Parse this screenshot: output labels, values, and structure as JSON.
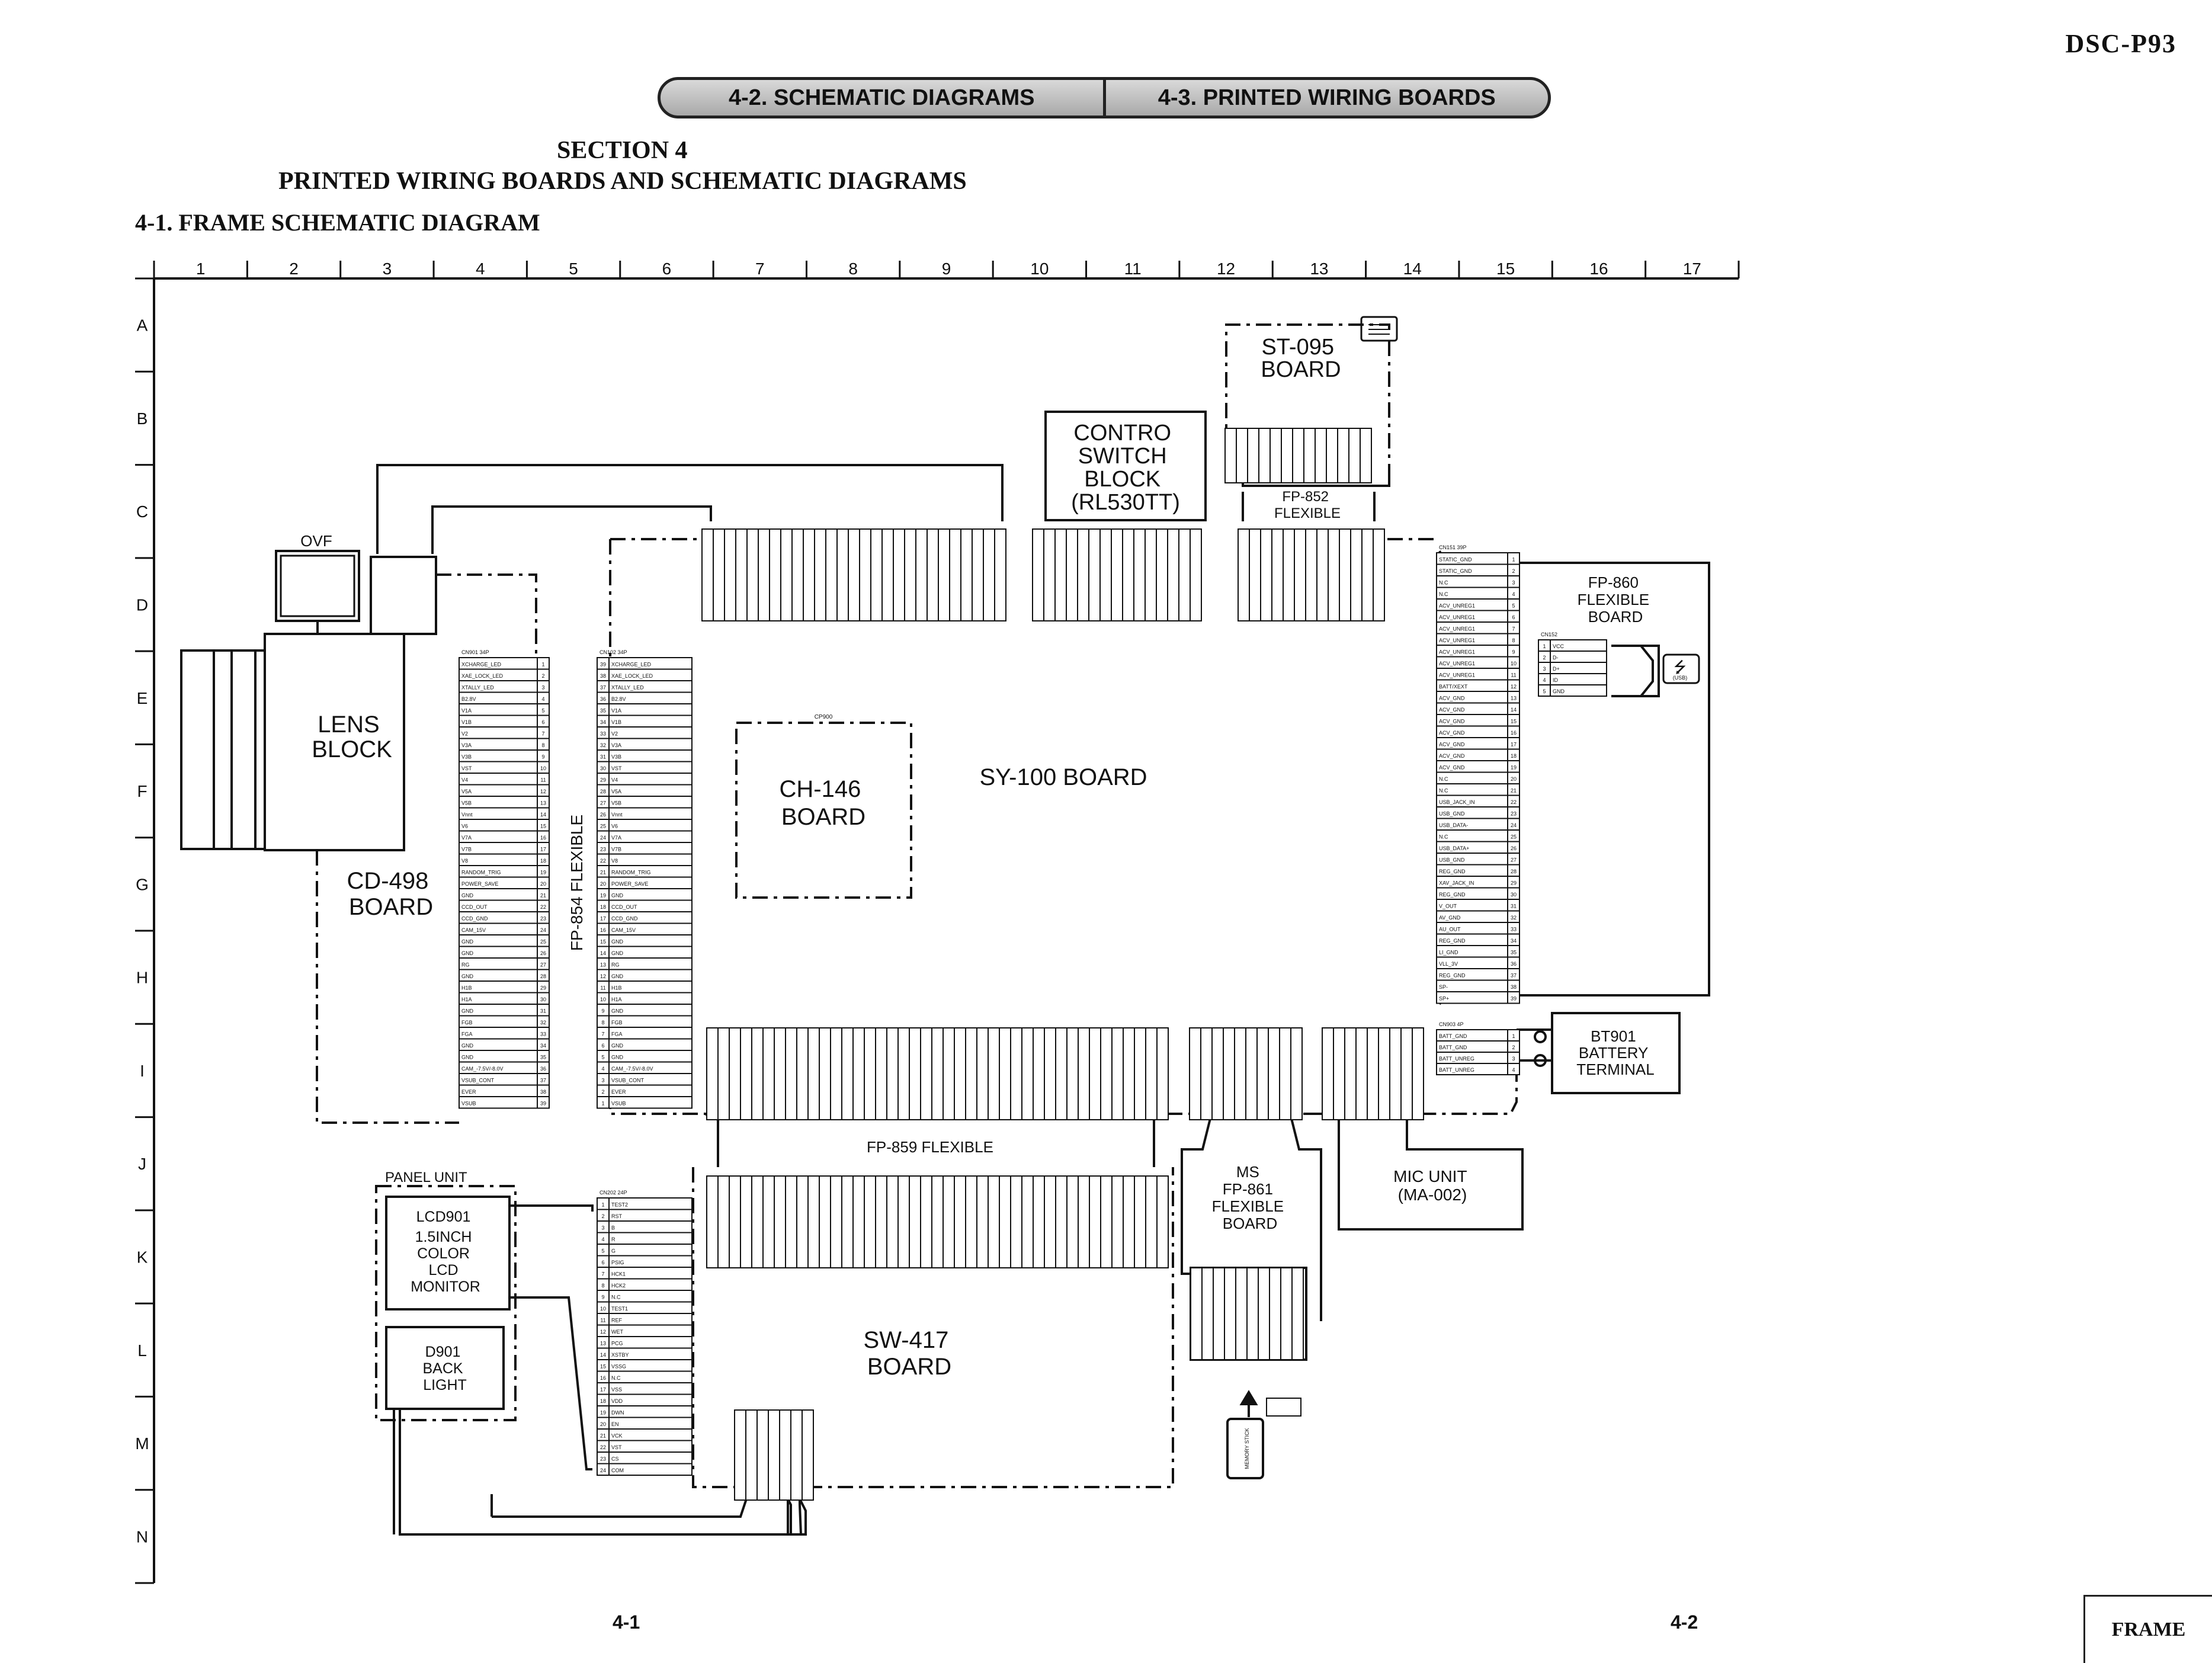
{
  "header": {
    "model": "DSC-P93",
    "tabs": [
      {
        "label": "4-2. SCHEMATIC DIAGRAMS"
      },
      {
        "label": "4-3. PRINTED WIRING BOARDS"
      }
    ],
    "section": "SECTION 4",
    "section_title": "PRINTED WIRING BOARDS AND SCHEMATIC DIAGRAMS",
    "subsection": "4-1.  FRAME SCHEMATIC DIAGRAM"
  },
  "grid": {
    "columns": [
      "1",
      "2",
      "3",
      "4",
      "5",
      "6",
      "7",
      "8",
      "9",
      "10",
      "11",
      "12",
      "13",
      "14",
      "15",
      "16",
      "17"
    ],
    "rows": [
      "A",
      "B",
      "C",
      "D",
      "E",
      "F",
      "G",
      "H",
      "I",
      "J",
      "K",
      "L",
      "M",
      "N"
    ]
  },
  "blocks": {
    "ovf": "OVF",
    "lens": [
      "LENS",
      "BLOCK"
    ],
    "cd498": [
      "CD-498",
      "BOARD"
    ],
    "fp854": "FP-854 FLEXIBLE",
    "ch146": [
      "CH-146",
      "BOARD"
    ],
    "ch146_ref": "CP900",
    "sy100": "SY-100 BOARD",
    "contro": [
      "CONTRO",
      "SWITCH",
      "BLOCK",
      "(RL530TT)"
    ],
    "st095": [
      "ST-095",
      "BOARD"
    ],
    "fp852": [
      "FP-852",
      "FLEXIBLE"
    ],
    "fp860": [
      "FP-860",
      "FLEXIBLE",
      "BOARD"
    ],
    "bt901": [
      "BT901",
      "BATTERY",
      "TERMINAL"
    ],
    "fp859": "FP-859 FLEXIBLE",
    "ms": [
      "MS",
      "FP-861",
      "FLEXIBLE",
      "BOARD"
    ],
    "mic": [
      "MIC UNIT",
      "(MA-002)"
    ],
    "panel_unit": "PANEL UNIT",
    "lcd901": [
      "LCD901",
      "1.5INCH",
      "COLOR",
      "LCD",
      "MONITOR"
    ],
    "d901": [
      "D901",
      "BACK",
      "LIGHT"
    ],
    "sw417": [
      "SW-417",
      "BOARD"
    ],
    "memory_stick": "MEMORY STICK",
    "usb": "(USB)"
  },
  "connectors": {
    "cd498_cn": {
      "title": "CN901  34P",
      "pins": [
        "XCHARGE_LED",
        "XAE_LOCK_LED",
        "XTALLY_LED",
        "B2.8V",
        "V1A",
        "V1B",
        "V2",
        "V3A",
        "V3B",
        "VST",
        "V4",
        "V5A",
        "V5B",
        "Vnnt",
        "V6",
        "V7A",
        "V7B",
        "V8",
        "RANDOM_TRIG",
        "POWER_SAVE",
        "GND",
        "CCD_OUT",
        "CCD_GND",
        "CAM_15V",
        "GND",
        "GND",
        "RG",
        "GND",
        "H1B",
        "H1A",
        "GND",
        "FGB",
        "FGA",
        "GND",
        "GND",
        "CAM_-7.5V/-8.0V",
        "VSUB_CONT",
        "EVER",
        "VSUB"
      ]
    },
    "sy100_left": {
      "title": "CN102  34P",
      "pins": [
        "XCHARGE_LED",
        "XAE_LOCK_LED",
        "XTALLY_LED",
        "B2.8V",
        "V1A",
        "V1B",
        "V2",
        "V3A",
        "V3B",
        "VST",
        "V4",
        "V5A",
        "V5B",
        "Vnnt",
        "V6",
        "V7A",
        "V7B",
        "V8",
        "RANDOM_TRIG",
        "POWER_SAVE",
        "GND",
        "CCD_OUT",
        "CCD_GND",
        "CAM_15V",
        "GND",
        "GND",
        "RG",
        "GND",
        "H1B",
        "H1A",
        "GND",
        "FGB",
        "FGA",
        "GND",
        "GND",
        "CAM_-7.5V/-8.0V",
        "VSUB_CONT",
        "EVER",
        "VSUB"
      ]
    },
    "fp860_cn": {
      "title": "CN151  39P",
      "pins": [
        "STATIC_GND",
        "STATIC_GND",
        "N.C",
        "N.C",
        "ACV_UNREG1",
        "ACV_UNREG1",
        "ACV_UNREG1",
        "ACV_UNREG1",
        "ACV_UNREG1",
        "ACV_UNREG1",
        "ACV_UNREG1",
        "BATT/XEXT",
        "ACV_GND",
        "ACV_GND",
        "ACV_GND",
        "ACV_GND",
        "ACV_GND",
        "ACV_GND",
        "ACV_GND",
        "N.C",
        "N.C",
        "USB_JACK_IN",
        "USB_GND",
        "USB_DATA-",
        "N.C",
        "USB_DATA+",
        "USB_GND",
        "REG_GND",
        "XAV_JACK_IN",
        "REG_GND",
        "V_OUT",
        "AV_GND",
        "AU_OUT",
        "REG_GND",
        "LI_GND",
        "VLL_3V",
        "REG_GND",
        "SP-",
        "SP+"
      ]
    },
    "usb_cn": {
      "title": "CN152",
      "pins": [
        "VCC",
        "D-",
        "D+",
        "ID",
        "GND"
      ]
    },
    "bt901_cn": {
      "title": "CN903  4P",
      "pins": [
        "BATT_GND",
        "BATT_GND",
        "BATT_UNREG",
        "BATT_UNREG"
      ]
    },
    "sw417_left": {
      "title": "CN202  24P",
      "pins": [
        "TEST2",
        "RST",
        "B",
        "R",
        "G",
        "PSIG",
        "HCK1",
        "HCK2",
        "N.C",
        "TEST1",
        "REF",
        "WET",
        "PCG",
        "XSTBY",
        "VSSG",
        "N.C",
        "VSS",
        "VDD",
        "DWN",
        "EN",
        "VCK",
        "VST",
        "CS",
        "COM"
      ]
    }
  },
  "page_numbers": {
    "left": "4-1",
    "right": "4-2"
  },
  "footer_box": "FRAME"
}
